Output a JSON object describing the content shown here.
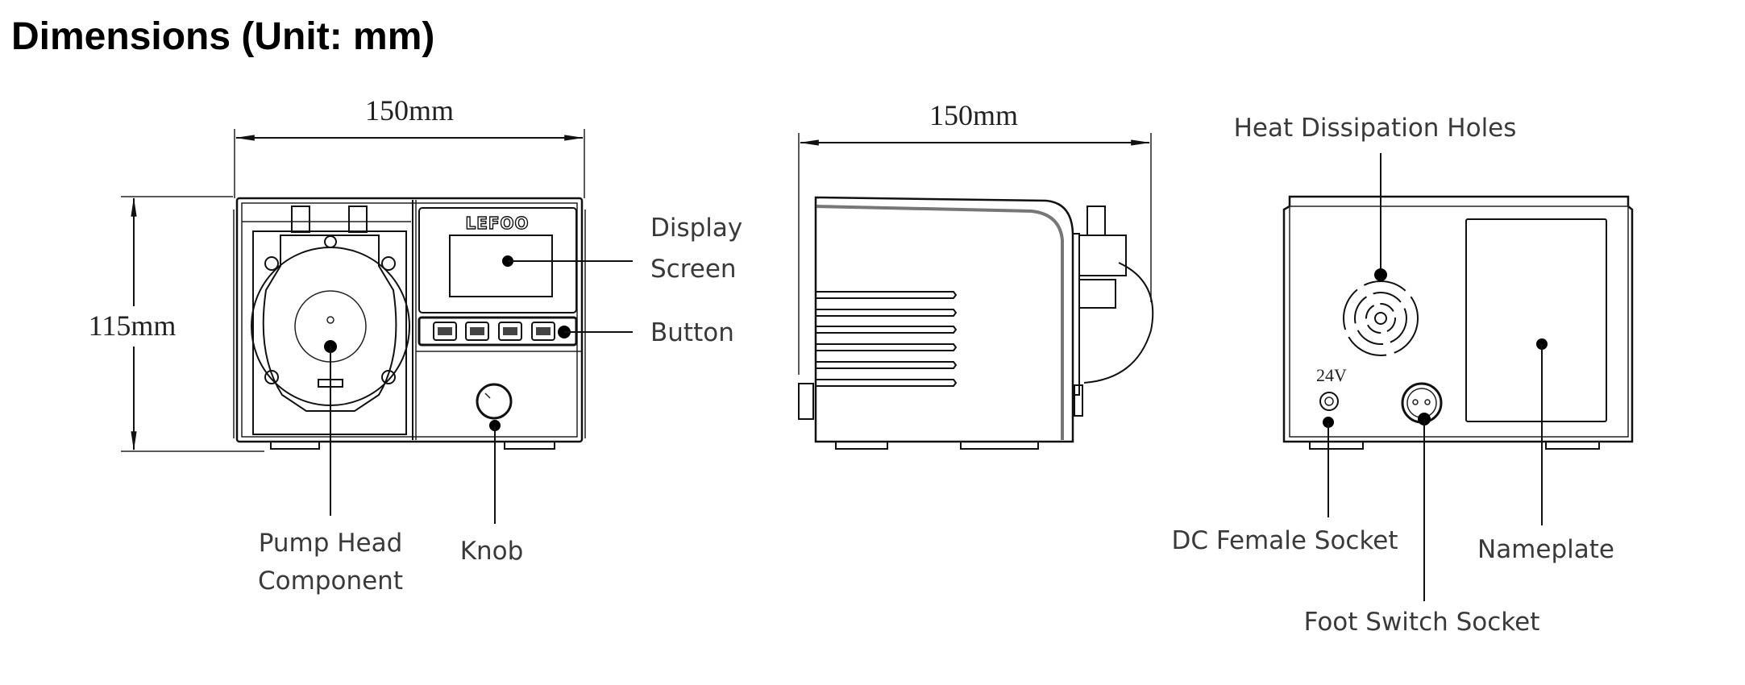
{
  "title": "Dimensions (Unit: mm)",
  "front_view": {
    "width_dimension": "150mm",
    "height_dimension": "115mm",
    "brand_logo": "LEFOO",
    "labels": {
      "display_screen_line1": "Display",
      "display_screen_line2": "Screen",
      "button": "Button",
      "pump_head_line1": "Pump Head",
      "pump_head_line2": "Component",
      "knob": "Knob"
    },
    "button_count": 4
  },
  "side_view": {
    "depth_dimension": "150mm"
  },
  "back_view": {
    "voltage_marking": "24V",
    "labels": {
      "heat_dissipation_holes": "Heat Dissipation Holes",
      "dc_female_socket": "DC Female Socket",
      "foot_switch_socket": "Foot Switch Socket",
      "nameplate": "Nameplate"
    }
  },
  "colors": {
    "line": "#111111",
    "label_text": "#3a3a3a",
    "background": "#ffffff"
  }
}
